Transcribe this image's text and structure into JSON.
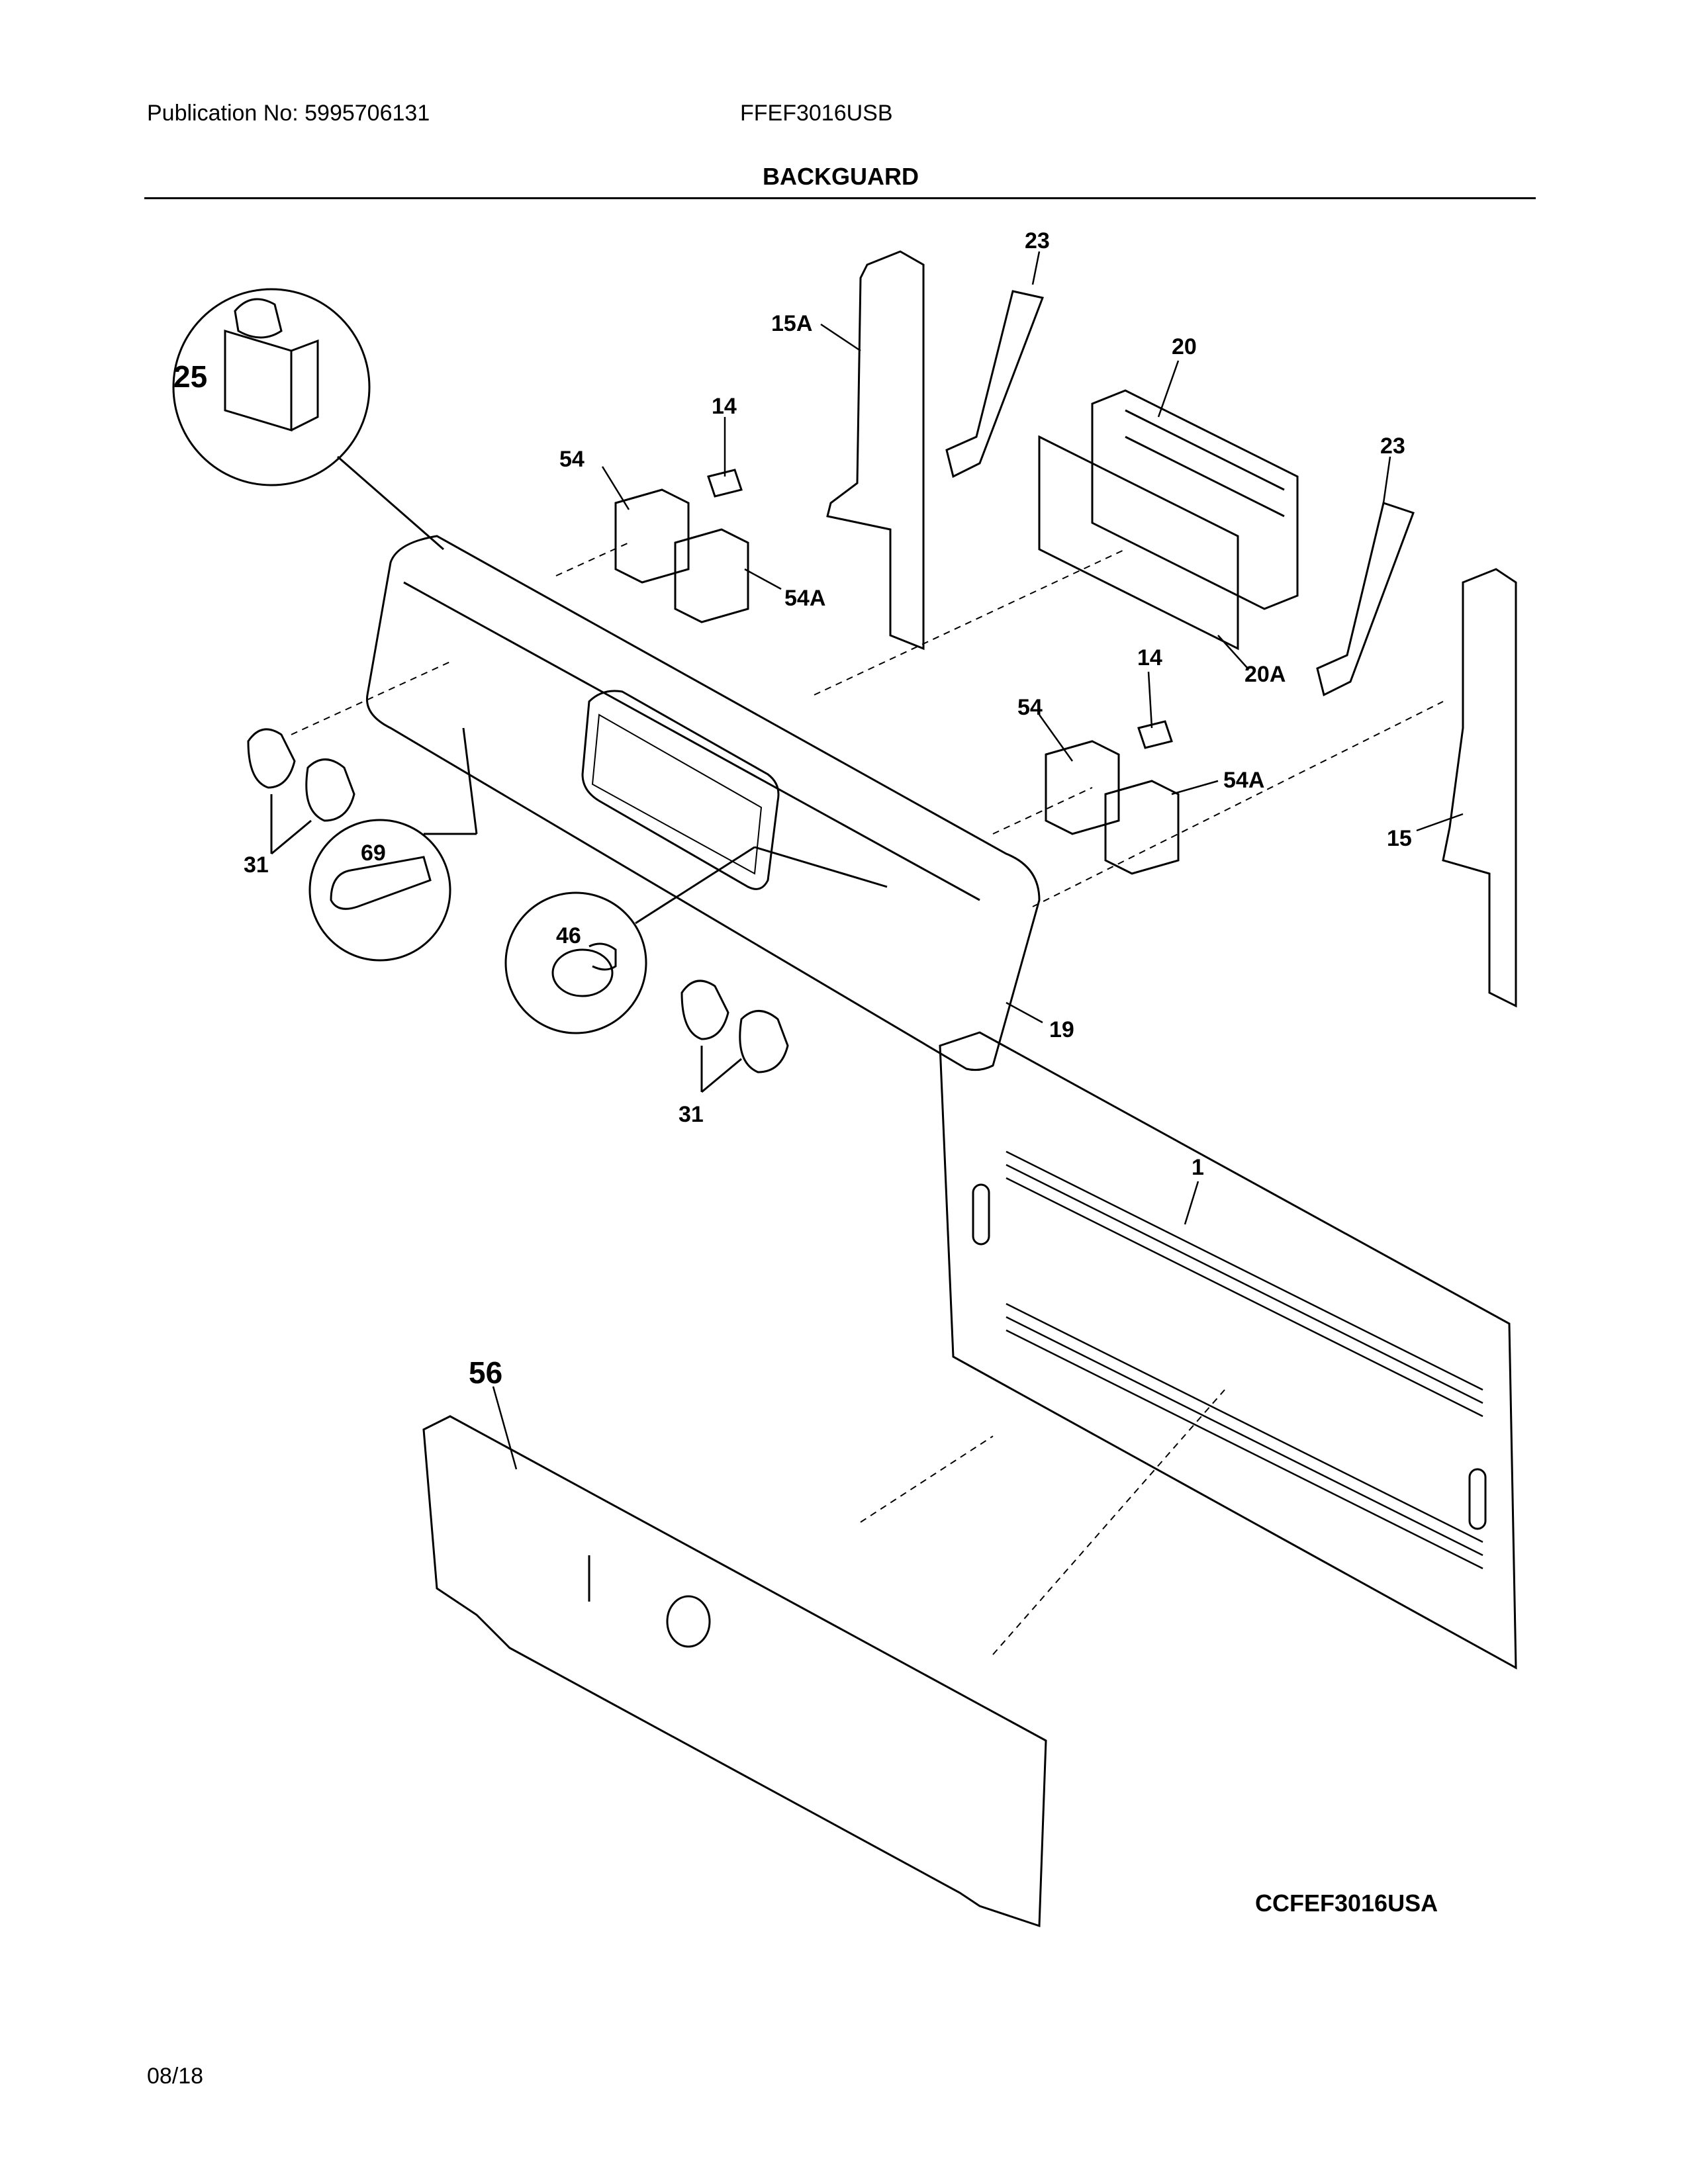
{
  "header": {
    "publication": "Publication No: 5995706131",
    "model": "FFEF3016USB",
    "section_title": "BACKGUARD"
  },
  "footer": {
    "drawing_code": "CCFEF3016USA",
    "date": "08/18"
  },
  "callouts": {
    "c25": "25",
    "c15A": "15A",
    "c23a": "23",
    "c20": "20",
    "c14a": "14",
    "c54a": "54",
    "c23b": "23",
    "c54Aa": "54A",
    "c20A": "20A",
    "c14b": "14",
    "c54b": "54",
    "c54Ab": "54A",
    "c15": "15",
    "c69": "69",
    "c31a": "31",
    "c46": "46",
    "c19": "19",
    "c31b": "31",
    "c1": "1",
    "c56": "56"
  },
  "colors": {
    "line": "#000000",
    "background": "#ffffff"
  }
}
